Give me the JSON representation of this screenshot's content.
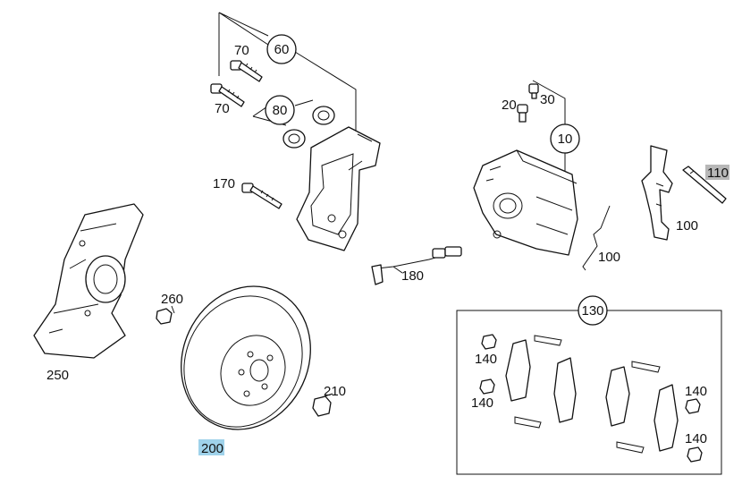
{
  "labels": {
    "p60": "60",
    "p70a": "70",
    "p70b": "70",
    "p80": "80",
    "p20": "20",
    "p30": "30",
    "p10": "10",
    "p110": "110",
    "p100a": "100",
    "p100b": "100",
    "p170": "170",
    "p180": "180",
    "p250": "250",
    "p260": "260",
    "p200": "200",
    "p210": "210",
    "p130": "130",
    "p140a": "140",
    "p140b": "140",
    "p140c": "140",
    "p140d": "140"
  },
  "highlights": {
    "p110": "#b8b8b8",
    "p200": "#9fd2ea"
  }
}
